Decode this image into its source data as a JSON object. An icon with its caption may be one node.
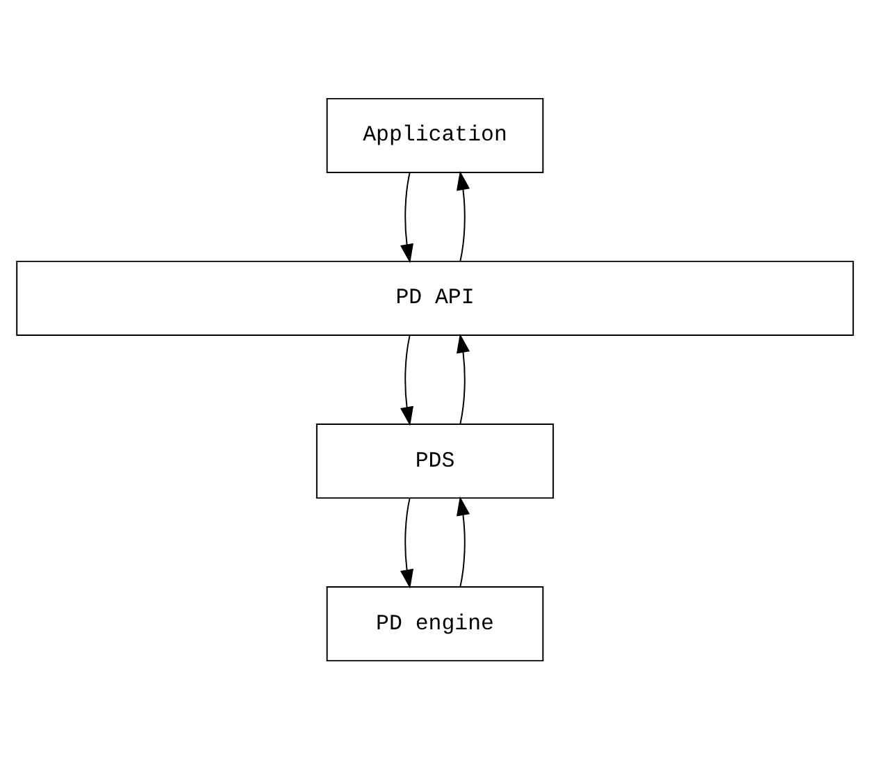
{
  "diagram": {
    "nodes": [
      {
        "text": [
          "Application"
        ]
      },
      {
        "text": [
          "PD API"
        ]
      },
      {
        "text": [
          "PDS"
        ]
      },
      {
        "text": [
          "PD engine"
        ]
      }
    ],
    "edges": [
      {
        "from": 0,
        "to": 1,
        "arrow": "to"
      },
      {
        "from": 1,
        "to": 0,
        "arrow": "to"
      },
      {
        "from": 1,
        "to": 2,
        "arrow": "to"
      },
      {
        "from": 2,
        "to": 1,
        "arrow": "to"
      },
      {
        "from": 2,
        "to": 3,
        "arrow": "to"
      },
      {
        "from": 3,
        "to": 2,
        "arrow": "to"
      }
    ]
  }
}
